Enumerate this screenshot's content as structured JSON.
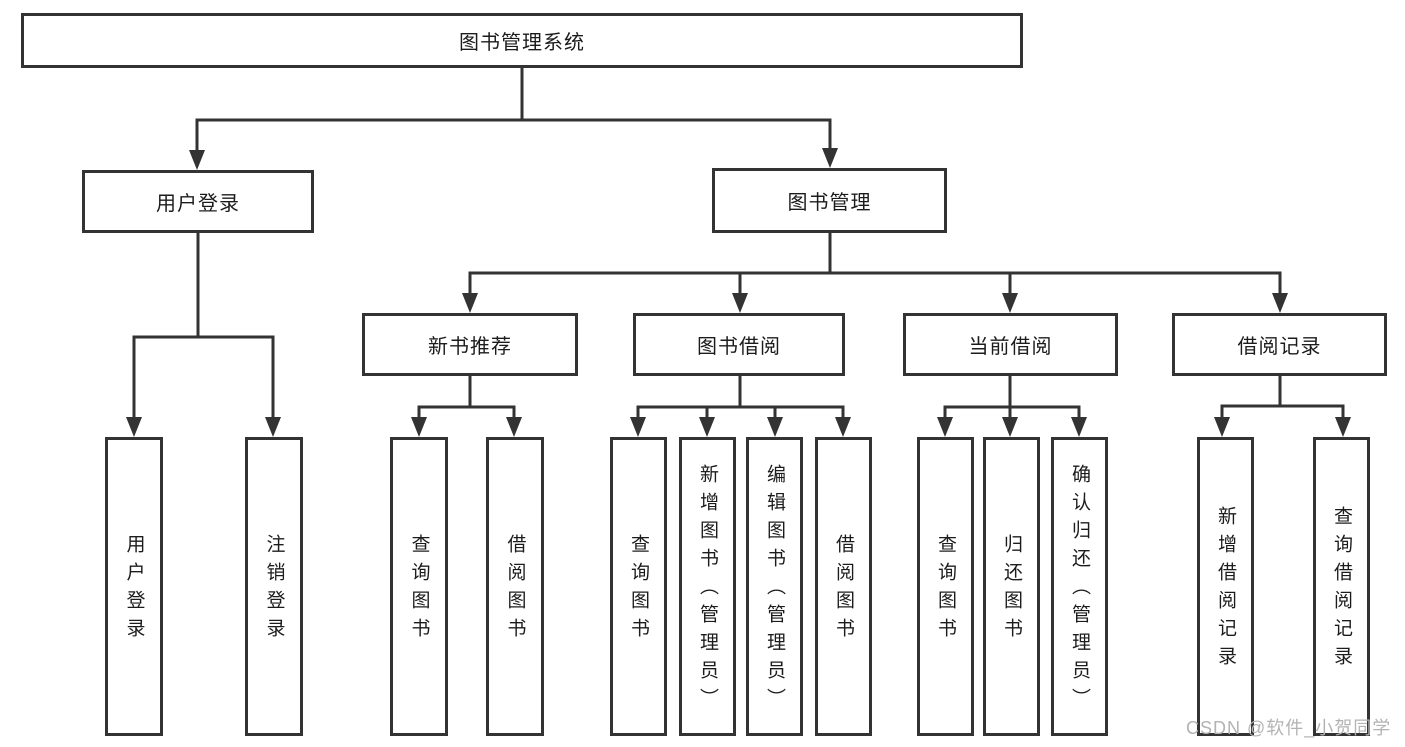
{
  "diagram": {
    "root": {
      "label": "图书管理系统"
    },
    "level2": [
      {
        "label": "用户登录",
        "children": [
          {
            "label": "用户登录"
          },
          {
            "label": "注销登录"
          }
        ]
      },
      {
        "label": "图书管理",
        "children": [
          {
            "label": "新书推荐",
            "children": [
              {
                "label": "查询图书"
              },
              {
                "label": "借阅图书"
              }
            ]
          },
          {
            "label": "图书借阅",
            "children": [
              {
                "label": "查询图书"
              },
              {
                "label": "新增图书（管理员）"
              },
              {
                "label": "编辑图书（管理员）"
              },
              {
                "label": "借阅图书"
              }
            ]
          },
          {
            "label": "当前借阅",
            "children": [
              {
                "label": "查询图书"
              },
              {
                "label": "归还图书"
              },
              {
                "label": "确认归还（管理员）"
              }
            ]
          },
          {
            "label": "借阅记录",
            "children": [
              {
                "label": "新增借阅记录"
              },
              {
                "label": "查询借阅记录"
              }
            ]
          }
        ]
      }
    ]
  },
  "watermark": {
    "text": "CSDN @软件_小贺同学"
  },
  "colors": {
    "line": "#333333",
    "text": "#1c1c1c",
    "background": "#ffffff",
    "watermark_gray": "#b3b3b3"
  }
}
